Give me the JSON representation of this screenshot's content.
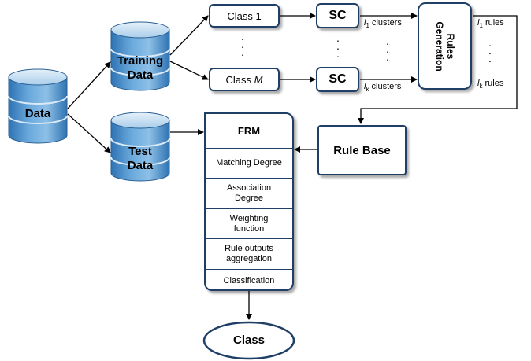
{
  "databases": {
    "data": "Data",
    "training": [
      "Training",
      "Data"
    ],
    "test": [
      "Test",
      "Data"
    ]
  },
  "classes": {
    "first": {
      "prefix": "Class ",
      "index": "1"
    },
    "last": {
      "prefix": "Class ",
      "index": "M"
    }
  },
  "sc_label": "SC",
  "clusters": {
    "first": {
      "var": "l",
      "sub": "1",
      "text": " clusters"
    },
    "last": {
      "var": "l",
      "sub": "k",
      "text": " clusters"
    }
  },
  "rules_generation": [
    "Rules",
    "Generation"
  ],
  "rules_out": {
    "first": {
      "var": "l",
      "sub": "1",
      "text": " rules"
    },
    "last": {
      "var": "l",
      "sub": "k",
      "text": " rules"
    }
  },
  "rule_base": "Rule Base",
  "frm": {
    "title": "FRM",
    "steps": [
      "Matching Degree",
      "Association Degree",
      "Weighting function",
      "Rule outputs aggregation",
      "Classification"
    ]
  },
  "output": "Class",
  "colors": {
    "db_fill": "#3e86c8",
    "db_light": "#bcd8ee",
    "border": "#1f3f66",
    "line": "#000000"
  }
}
